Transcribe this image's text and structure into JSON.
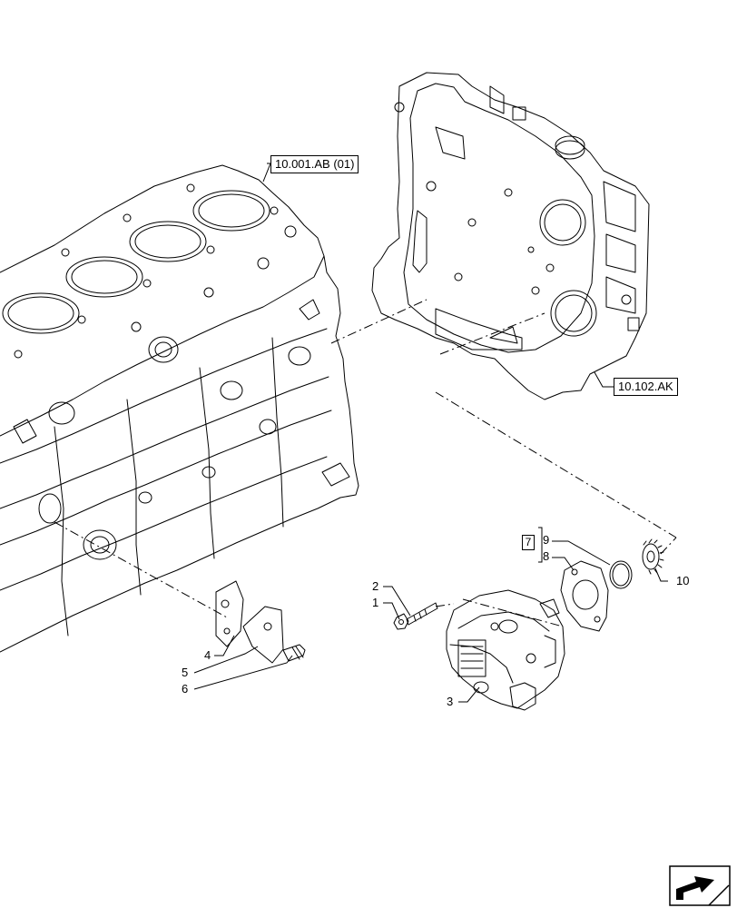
{
  "references": {
    "engine_block": "10.001.AB (01)",
    "timing_housing": "10.102.AK"
  },
  "kit_marker": "7",
  "callouts": [
    "1",
    "2",
    "3",
    "4",
    "5",
    "6",
    "8",
    "9",
    "10"
  ],
  "icons": {
    "nav": "arrow-next-icon"
  }
}
